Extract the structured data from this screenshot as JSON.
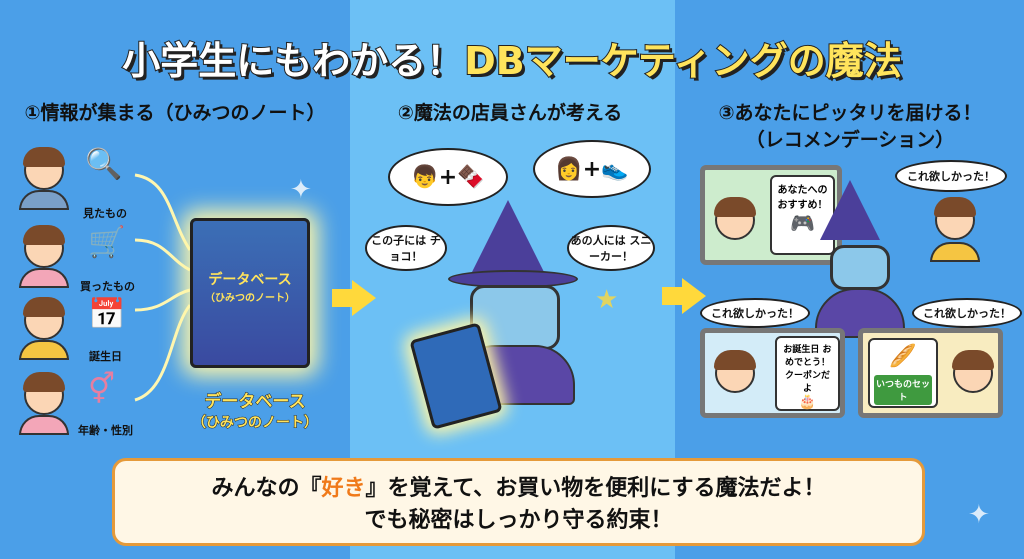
{
  "title": {
    "part1": "小学生にもわかる！",
    "part2": "DBマーケティングの魔法"
  },
  "step1": {
    "heading": "①情報が集まる（ひみつのノート）",
    "items": [
      {
        "label": "見たもの",
        "icon": "magnifier-icon"
      },
      {
        "label": "買ったもの",
        "icon": "cart-icon"
      },
      {
        "label": "誕生日",
        "icon": "calendar-icon"
      },
      {
        "label": "年齢・性別",
        "icon": "gender-icon"
      }
    ],
    "book_title": "データベース",
    "book_sub": "（ひみつのノート）",
    "caption_title": "データベース",
    "caption_sub": "（ひみつのノート）"
  },
  "step2": {
    "heading": "②魔法の店員さんが考える",
    "bubble1": "この子には チョコ！",
    "bubble2": "あの人には スニーカー！",
    "plus": "+"
  },
  "step3": {
    "heading": "③あなたにピッタリを届ける！",
    "subheading": "（レコメンデーション）",
    "screen1": "あなたへの おすすめ！",
    "screen2": "お誕生日 おめでとう！ クーポンだよ",
    "screen3_button": "いつものセット",
    "reaction": "これ欲しかった！"
  },
  "footer": {
    "line1_a": "みんなの『",
    "line1_b": "好き",
    "line1_c": "』を覚えて、お買い物を便利にする魔法だよ！",
    "line2": "でも秘密はしっかり守る約束！"
  },
  "colors": {
    "accent": "#ffe45c",
    "highlight": "#f07a1a",
    "border": "#e59a3a"
  }
}
